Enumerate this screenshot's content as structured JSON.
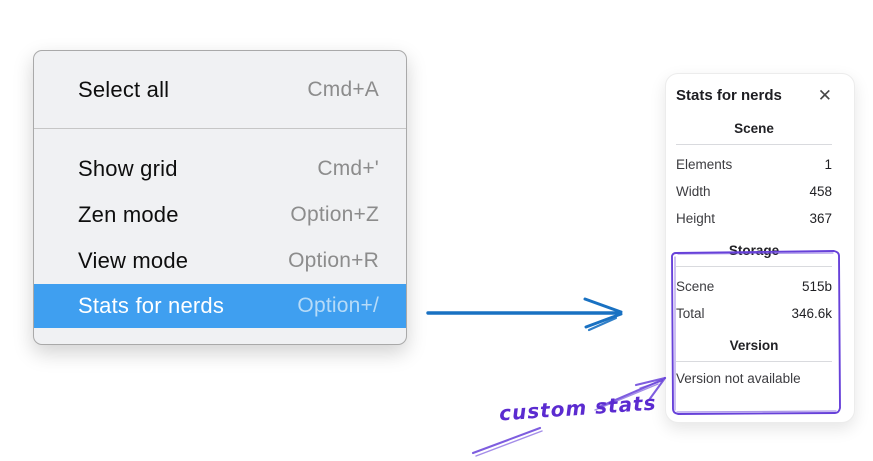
{
  "colors": {
    "accent-blue": "#1971c2",
    "menu-highlight": "#3f9ff0",
    "purple": "#6741d9",
    "purple-text": "#5b2bd0"
  },
  "context_menu": {
    "sections": [
      {
        "items": [
          {
            "label": "Select all",
            "shortcut": "Cmd+A"
          }
        ]
      },
      {
        "items": [
          {
            "label": "Show grid",
            "shortcut": "Cmd+'"
          },
          {
            "label": "Zen mode",
            "shortcut": "Option+Z"
          },
          {
            "label": "View mode",
            "shortcut": "Option+R"
          },
          {
            "label": "Stats for nerds",
            "shortcut": "Option+/",
            "highlighted": true
          }
        ]
      }
    ]
  },
  "stats_panel": {
    "title": "Stats for nerds",
    "close_glyph": "✕",
    "scene": {
      "heading": "Scene",
      "rows": [
        {
          "label": "Elements",
          "value": "1"
        },
        {
          "label": "Width",
          "value": "458"
        },
        {
          "label": "Height",
          "value": "367"
        }
      ]
    },
    "storage": {
      "heading": "Storage",
      "rows": [
        {
          "label": "Scene",
          "value": "515b"
        },
        {
          "label": "Total",
          "value": "346.6k"
        }
      ]
    },
    "version": {
      "heading": "Version",
      "note": "Version not available"
    }
  },
  "annotations": {
    "label": "custom stats"
  }
}
